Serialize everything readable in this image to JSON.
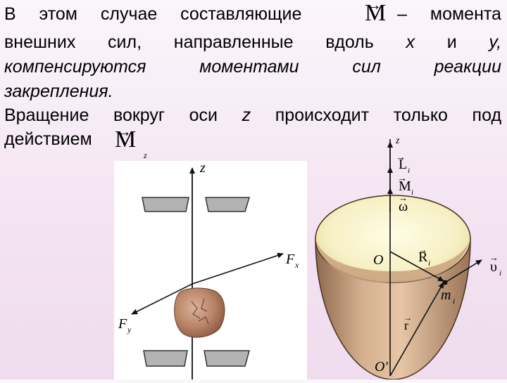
{
  "paragraph1": {
    "line1": [
      "В этом",
      "случае",
      "составляющие",
      "– момента"
    ],
    "line2": [
      "внешних",
      "сил,",
      "направленные",
      "вдоль",
      "x",
      "и",
      "y,"
    ],
    "line3": [
      "компенсируются",
      "моментами",
      "сил",
      "реакции"
    ],
    "line4": "закрепления."
  },
  "paragraph2": {
    "line1": [
      "Вращение",
      "вокруг",
      "оси",
      "z",
      "происходит",
      "только",
      "под"
    ],
    "line2": "действием"
  },
  "symbols": {
    "moment_letter": "M",
    "moment_sub_z": "z"
  },
  "left_figure": {
    "axis_z": "z",
    "force_x": "F",
    "force_x_sub": "x",
    "force_y": "F",
    "force_y_sub": "y"
  },
  "right_figure": {
    "axis_z": "z",
    "L": "L",
    "L_sub": "i",
    "M": "M",
    "M_sub": "i",
    "omega": "ω",
    "origin": "O",
    "origin_bottom": "O'",
    "R": "R",
    "R_sub": "i",
    "v": "υ",
    "v_sub": "i",
    "m": "m",
    "m_sub": "i",
    "r": "r"
  }
}
